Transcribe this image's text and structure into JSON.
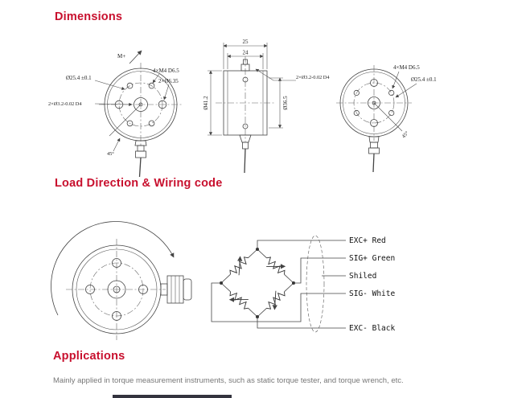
{
  "headings": {
    "dimensions": "Dimensions",
    "load_wiring": "Load Direction & Wiring code",
    "applications": "Applications"
  },
  "applications_text": "Mainly applied in torque measurement instruments, such as static torque tester, and torque wrench, etc.",
  "front_view": {
    "torque": "M+",
    "bolt_circle_dia": "Ø25.4 ±0.1",
    "tapped_holes": "4×M4 D6.5",
    "through_holes": "2×Ø6.35",
    "pin_holes": "2×Ø3.2-0.02 D4",
    "angle": "45°"
  },
  "side_view": {
    "overall_width": "25",
    "body_width": "24",
    "outer_dia": "Ø41.2",
    "hub_dia": "Ø36.5",
    "pin_holes": "2×Ø3.2-0.02 D4"
  },
  "rear_view": {
    "tapped_holes": "4×M4 D6.5",
    "bolt_circle_dia": "Ø25.4 ±0.1",
    "angle": "45°"
  },
  "wiring_labels": [
    "EXC+ Red",
    "SIG+ Green",
    "Shiled",
    "SIG- White",
    "EXC- Black"
  ],
  "colors": {
    "heading": "#c8102e",
    "line": "#444444",
    "body_text": "#777777"
  }
}
